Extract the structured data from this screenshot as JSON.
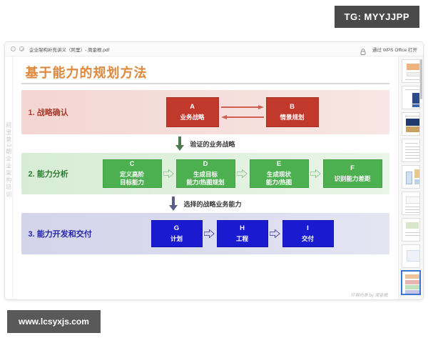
{
  "watermarks": {
    "top_badge": "TG: MYYJJPP",
    "bottom_badge": "www.lcsyxjs.com"
  },
  "viewer": {
    "titlebar": {
      "file_name": "企业架构补充讲义（阿里）- 周金根.pdf",
      "open_with_label": "通过 WPS Office 打开",
      "lock_icon": "lock-icon",
      "dot_icon": "circle-icon",
      "slash_icon": "circle-slash-icon"
    },
    "vertical_strip_text": "阿里第3期企业架构培训"
  },
  "slide": {
    "title": "基于能力的规划方法",
    "credit": "IT帮内参 by 周金根",
    "sections": [
      {
        "label": "1. 战略确认",
        "accent": "#b03a2e",
        "boxes": [
          {
            "key": "A",
            "text": "业务战略"
          },
          {
            "key": "B",
            "text": "情景规划"
          }
        ]
      },
      {
        "label": "2. 能力分析",
        "accent": "#2e7d32",
        "boxes": [
          {
            "key": "C",
            "line1": "定义高阶",
            "line2": "目标能力"
          },
          {
            "key": "D",
            "line1": "生成目标",
            "line2": "能力/热图规划"
          },
          {
            "key": "E",
            "line1": "生成现状",
            "line2": "能力/热图"
          },
          {
            "key": "F",
            "line1": "识别能力差距",
            "line2": ""
          }
        ]
      },
      {
        "label": "3. 能力开发和交付",
        "accent": "#2626a8",
        "boxes": [
          {
            "key": "G",
            "text": "计划"
          },
          {
            "key": "H",
            "text": "工程"
          },
          {
            "key": "I",
            "text": "交付"
          }
        ]
      }
    ],
    "connectors": [
      {
        "text": "验证的业务战略"
      },
      {
        "text": "选择的战略业务能力"
      }
    ]
  },
  "colors": {
    "title_orange": "#e08a3c",
    "band1_bg": "#f3d6d2",
    "band2_bg": "#d7ecd5",
    "band3_bg": "#d3d3ea",
    "box_red": "#c0392b",
    "box_green": "#4caf50",
    "box_blue": "#1a1ad0",
    "watermark_gray": "#4a4a4a"
  }
}
